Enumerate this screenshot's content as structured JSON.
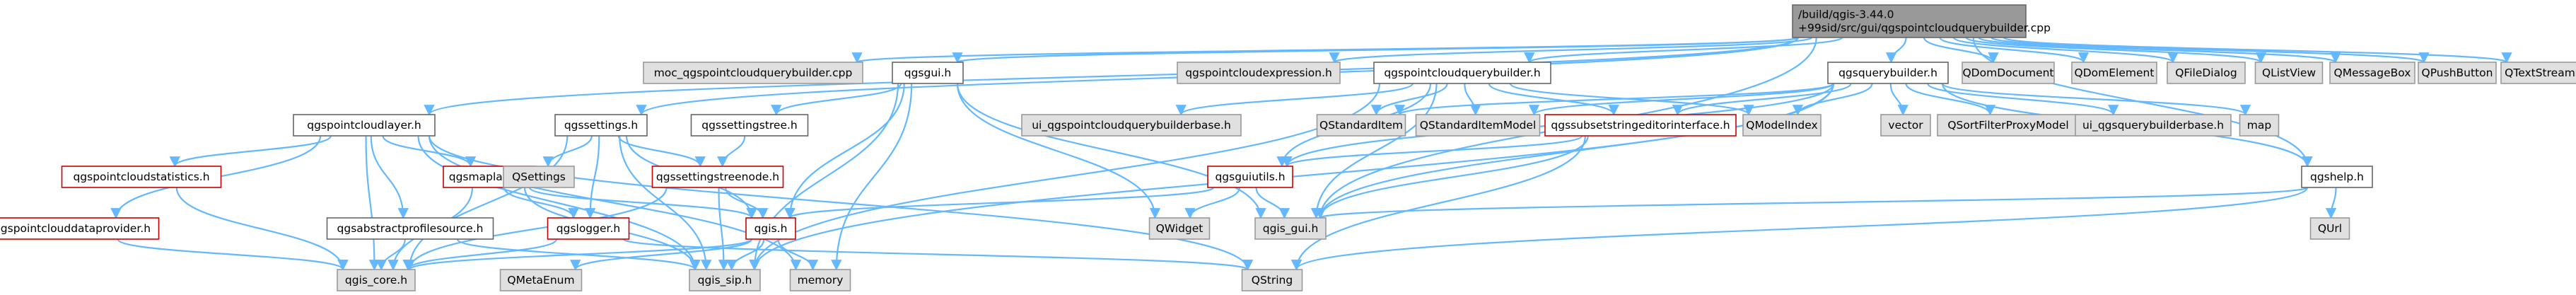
{
  "graph": {
    "root": "root",
    "colors": {
      "edge": "#63b8ff",
      "default_fill": "#ffffff",
      "default_stroke": "#666666",
      "red_stroke": "#cc0000",
      "gray_fill": "#e0e0e0",
      "gray_stroke": "#999999",
      "root_fill": "#999999",
      "root_stroke": "#666666"
    },
    "nodes": [
      {
        "id": "root",
        "lines": [
          "/build/qgis-3.44.0",
          "+99sid/src/gui/qgspointcloudquerybuilder.cpp"
        ],
        "style": "root"
      },
      {
        "id": "qgspointcloudlayer",
        "lines": [
          "qgspointcloudlayer.h"
        ],
        "style": "default"
      },
      {
        "id": "moc",
        "lines": [
          "moc_qgspointcloudquerybuilder.cpp"
        ],
        "style": "gray"
      },
      {
        "id": "qgsgui",
        "lines": [
          "qgsgui.h"
        ],
        "style": "default"
      },
      {
        "id": "qgspointcloudexpression",
        "lines": [
          "qgspointcloudexpression.h"
        ],
        "style": "gray"
      },
      {
        "id": "qgspointcloudquerybuilder",
        "lines": [
          "qgspointcloudquerybuilder.h"
        ],
        "style": "default"
      },
      {
        "id": "qgsquerybuilder",
        "lines": [
          "qgsquerybuilder.h"
        ],
        "style": "default"
      },
      {
        "id": "QDomDocument",
        "lines": [
          "QDomDocument"
        ],
        "style": "gray"
      },
      {
        "id": "QDomElement",
        "lines": [
          "QDomElement"
        ],
        "style": "gray"
      },
      {
        "id": "QFileDialog",
        "lines": [
          "QFileDialog"
        ],
        "style": "gray"
      },
      {
        "id": "QListView",
        "lines": [
          "QListView"
        ],
        "style": "gray"
      },
      {
        "id": "QMessageBox",
        "lines": [
          "QMessageBox"
        ],
        "style": "gray"
      },
      {
        "id": "QPushButton",
        "lines": [
          "QPushButton"
        ],
        "style": "gray"
      },
      {
        "id": "QTextStream",
        "lines": [
          "QTextStream"
        ],
        "style": "gray"
      },
      {
        "id": "qgssettings",
        "lines": [
          "qgssettings.h"
        ],
        "style": "default"
      },
      {
        "id": "qgssettingstree",
        "lines": [
          "qgssettingstree.h"
        ],
        "style": "default"
      },
      {
        "id": "ui_pcqb",
        "lines": [
          "ui_qgspointcloudquerybuilderbase.h"
        ],
        "style": "gray"
      },
      {
        "id": "QStandardItem",
        "lines": [
          "QStandardItem"
        ],
        "style": "gray"
      },
      {
        "id": "QStandardItemModel",
        "lines": [
          "QStandardItemModel"
        ],
        "style": "gray"
      },
      {
        "id": "qgssubsetstringeditorinterface",
        "lines": [
          "qgssubsetstringeditorinterface.h"
        ],
        "style": "red"
      },
      {
        "id": "QModelIndex",
        "lines": [
          "QModelIndex"
        ],
        "style": "gray"
      },
      {
        "id": "vector",
        "lines": [
          "vector"
        ],
        "style": "gray"
      },
      {
        "id": "QSortFilterProxyModel",
        "lines": [
          "QSortFilterProxyModel"
        ],
        "style": "gray"
      },
      {
        "id": "ui_qb",
        "lines": [
          "ui_qgsquerybuilderbase.h"
        ],
        "style": "gray"
      },
      {
        "id": "map",
        "lines": [
          "map"
        ],
        "style": "gray"
      },
      {
        "id": "qgshelp",
        "lines": [
          "qgshelp.h"
        ],
        "style": "default"
      },
      {
        "id": "qgspointcloudstatistics",
        "lines": [
          "qgspointcloudstatistics.h"
        ],
        "style": "red"
      },
      {
        "id": "qgsmaplayer",
        "lines": [
          "qgsmaplayer.h"
        ],
        "style": "red"
      },
      {
        "id": "QSettings",
        "lines": [
          "QSettings"
        ],
        "style": "gray"
      },
      {
        "id": "qgssettingstreenode",
        "lines": [
          "qgssettingstreenode.h"
        ],
        "style": "red"
      },
      {
        "id": "qgsguiutils",
        "lines": [
          "qgsguiutils.h"
        ],
        "style": "red"
      },
      {
        "id": "qgspointclouddataprovider",
        "lines": [
          "qgspointclouddataprovider.h"
        ],
        "style": "red"
      },
      {
        "id": "qgsabstractprofilesource",
        "lines": [
          "qgsabstractprofilesource.h"
        ],
        "style": "default"
      },
      {
        "id": "qgslogger",
        "lines": [
          "qgslogger.h"
        ],
        "style": "red"
      },
      {
        "id": "qgis",
        "lines": [
          "qgis.h"
        ],
        "style": "red"
      },
      {
        "id": "QWidget",
        "lines": [
          "QWidget"
        ],
        "style": "gray"
      },
      {
        "id": "qgis_gui",
        "lines": [
          "qgis_gui.h"
        ],
        "style": "gray"
      },
      {
        "id": "QUrl",
        "lines": [
          "QUrl"
        ],
        "style": "gray"
      },
      {
        "id": "qgis_core",
        "lines": [
          "qgis_core.h"
        ],
        "style": "gray"
      },
      {
        "id": "QMetaEnum",
        "lines": [
          "QMetaEnum"
        ],
        "style": "gray"
      },
      {
        "id": "qgis_sip",
        "lines": [
          "qgis_sip.h"
        ],
        "style": "gray"
      },
      {
        "id": "memory",
        "lines": [
          "memory"
        ],
        "style": "gray"
      },
      {
        "id": "QString",
        "lines": [
          "QString"
        ],
        "style": "gray"
      }
    ],
    "edges": [
      [
        "root",
        "qgspointcloudlayer"
      ],
      [
        "root",
        "moc"
      ],
      [
        "root",
        "qgsgui"
      ],
      [
        "root",
        "qgspointcloudexpression"
      ],
      [
        "root",
        "qgspointcloudquerybuilder"
      ],
      [
        "root",
        "qgsquerybuilder"
      ],
      [
        "root",
        "QDomDocument"
      ],
      [
        "root",
        "QDomElement"
      ],
      [
        "root",
        "QFileDialog"
      ],
      [
        "root",
        "QListView"
      ],
      [
        "root",
        "QMessageBox"
      ],
      [
        "root",
        "QPushButton"
      ],
      [
        "root",
        "QTextStream"
      ],
      [
        "root",
        "qgssettings"
      ],
      [
        "root",
        "qgshelp"
      ],
      [
        "root",
        "qgis_gui"
      ],
      [
        "qgspointcloudlayer",
        "qgspointcloudstatistics"
      ],
      [
        "qgspointcloudlayer",
        "qgsmaplayer"
      ],
      [
        "qgspointcloudlayer",
        "qgspointclouddataprovider"
      ],
      [
        "qgspointcloudlayer",
        "qgsabstractprofilesource"
      ],
      [
        "qgspointcloudlayer",
        "qgis_core"
      ],
      [
        "qgspointcloudlayer",
        "qgis_sip"
      ],
      [
        "qgspointcloudlayer",
        "memory"
      ],
      [
        "qgspointcloudlayer",
        "QString"
      ],
      [
        "qgsgui",
        "qgssettingstree"
      ],
      [
        "qgsgui",
        "qgis"
      ],
      [
        "qgsgui",
        "QWidget"
      ],
      [
        "qgsgui",
        "qgis_gui"
      ],
      [
        "qgsgui",
        "qgis_sip"
      ],
      [
        "qgsgui",
        "memory"
      ],
      [
        "qgspointcloudquerybuilder",
        "ui_pcqb"
      ],
      [
        "qgspointcloudquerybuilder",
        "QStandardItem"
      ],
      [
        "qgspointcloudquerybuilder",
        "QStandardItemModel"
      ],
      [
        "qgspointcloudquerybuilder",
        "qgssubsetstringeditorinterface"
      ],
      [
        "qgspointcloudquerybuilder",
        "QModelIndex"
      ],
      [
        "qgspointcloudquerybuilder",
        "qgsguiutils"
      ],
      [
        "qgspointcloudquerybuilder",
        "qgis_gui"
      ],
      [
        "qgspointcloudquerybuilder",
        "qgis_sip"
      ],
      [
        "qgsquerybuilder",
        "QStandardItem"
      ],
      [
        "qgsquerybuilder",
        "QStandardItemModel"
      ],
      [
        "qgsquerybuilder",
        "QModelIndex"
      ],
      [
        "qgsquerybuilder",
        "vector"
      ],
      [
        "qgsquerybuilder",
        "QSortFilterProxyModel"
      ],
      [
        "qgsquerybuilder",
        "ui_qb"
      ],
      [
        "qgsquerybuilder",
        "map"
      ],
      [
        "qgsquerybuilder",
        "qgssubsetstringeditorinterface"
      ],
      [
        "qgsquerybuilder",
        "qgsguiutils"
      ],
      [
        "qgsquerybuilder",
        "qgis_gui"
      ],
      [
        "qgsquerybuilder",
        "qgis_sip"
      ],
      [
        "qgsquerybuilder",
        "qgshelp"
      ],
      [
        "qgssettings",
        "QSettings"
      ],
      [
        "qgssettings",
        "qgssettingstreenode"
      ],
      [
        "qgssettings",
        "qgslogger"
      ],
      [
        "qgssettings",
        "qgis_core"
      ],
      [
        "qgssettings",
        "qgis_sip"
      ],
      [
        "qgssettings",
        "qgis"
      ],
      [
        "qgssettingstree",
        "qgssettingstreenode"
      ],
      [
        "qgssubsetstringeditorinterface",
        "qgsguiutils"
      ],
      [
        "qgssubsetstringeditorinterface",
        "qgis_gui"
      ],
      [
        "qgssubsetstringeditorinterface",
        "QString"
      ],
      [
        "qgshelp",
        "QUrl"
      ],
      [
        "qgshelp",
        "qgis_gui"
      ],
      [
        "qgshelp",
        "QString"
      ],
      [
        "qgspointcloudstatistics",
        "qgis_core"
      ],
      [
        "qgsmaplayer",
        "qgis"
      ],
      [
        "qgsmaplayer",
        "qgslogger"
      ],
      [
        "qgsmaplayer",
        "qgis_core"
      ],
      [
        "qgsmaplayer",
        "qgis_sip"
      ],
      [
        "qgssettingstreenode",
        "qgis"
      ],
      [
        "qgssettingstreenode",
        "qgis_core"
      ],
      [
        "qgssettingstreenode",
        "qgis_sip"
      ],
      [
        "qgsguiutils",
        "qgis"
      ],
      [
        "qgsguiutils",
        "QWidget"
      ],
      [
        "qgsguiutils",
        "qgis_gui"
      ],
      [
        "qgspointclouddataprovider",
        "qgis_core"
      ],
      [
        "qgsabstractprofilesource",
        "qgis_core"
      ],
      [
        "qgsabstractprofilesource",
        "qgis_sip"
      ],
      [
        "qgslogger",
        "qgis_core"
      ],
      [
        "qgslogger",
        "QString"
      ],
      [
        "qgis",
        "qgis_core"
      ],
      [
        "qgis",
        "QMetaEnum"
      ],
      [
        "qgis",
        "qgis_sip"
      ],
      [
        "qgis",
        "memory"
      ]
    ]
  }
}
